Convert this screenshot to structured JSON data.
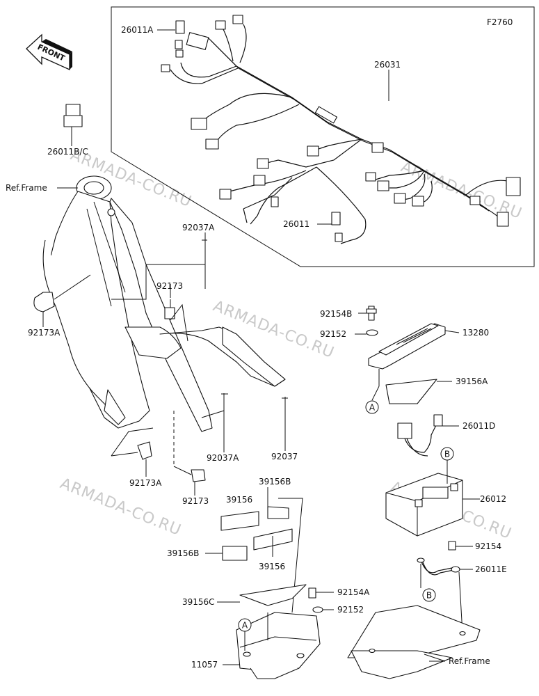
{
  "figure_code": "F2760",
  "front_label": "FRONT",
  "watermark": "ARMADA-CO.RU",
  "callouts": {
    "c26011A": "26011A",
    "c26031": "26031",
    "c26011BC": "26011B/C",
    "c26011": "26011",
    "ref_frame_top": "Ref.Frame",
    "c92037A_top": "92037A",
    "c92173_top": "92173",
    "c92173A_left": "92173A",
    "c92154B": "92154B",
    "c92152_top": "92152",
    "c13280": "13280",
    "c39156A": "39156A",
    "c26011D": "26011D",
    "c92037A_bottom": "92037A",
    "c92037": "92037",
    "c92173A_bottom": "92173A",
    "c92173_bottom": "92173",
    "c26012": "26012",
    "c39156B_top": "39156B",
    "c39156_left": "39156",
    "c39156B_left": "39156B",
    "c39156_bottom": "39156",
    "c92154": "92154",
    "c26011E": "26011E",
    "c39156C": "39156C",
    "c92154A": "92154A",
    "c92152_bottom": "92152",
    "c11057": "11057",
    "ref_frame_bottom": "Ref.Frame"
  },
  "markers": {
    "a_top": "A",
    "a_bottom": "A",
    "b_top": "B",
    "b_bottom": "B"
  }
}
